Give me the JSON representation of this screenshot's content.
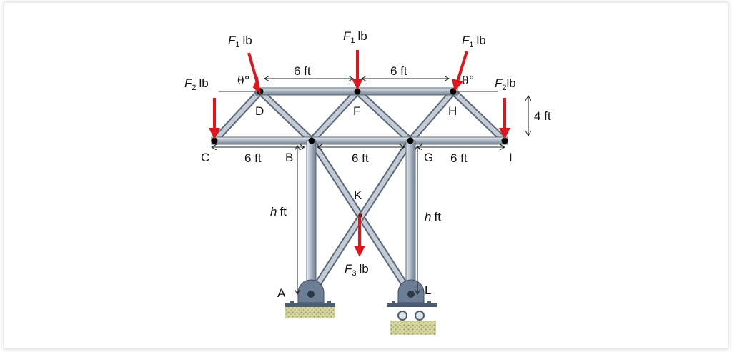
{
  "diagram": {
    "nodes": {
      "A": "A",
      "B": "B",
      "C": "C",
      "D": "D",
      "F": "F",
      "G": "G",
      "H": "H",
      "I": "I",
      "K": "K",
      "L": "L"
    },
    "loads": {
      "f1_sym": "F",
      "f1_sub": "1",
      "f1_unit": "lb",
      "f2_sym": "F",
      "f2_sub": "2",
      "f2_unit": "lb",
      "f3_sym": "F",
      "f3_sub": "3",
      "f3_unit": "lb"
    },
    "angle": "θ°",
    "dims": {
      "top_left": "6 ft",
      "top_right": "6 ft",
      "height": "4 ft",
      "bottom_left": "6 ft",
      "bottom_mid": "6 ft",
      "bottom_right": "6 ft",
      "col_sym": "h",
      "col_unit": "ft"
    },
    "colors": {
      "member": "#a9b5c2",
      "load": "#e3141b",
      "support": "#4a5d73",
      "ground": "#c9c98a"
    }
  }
}
